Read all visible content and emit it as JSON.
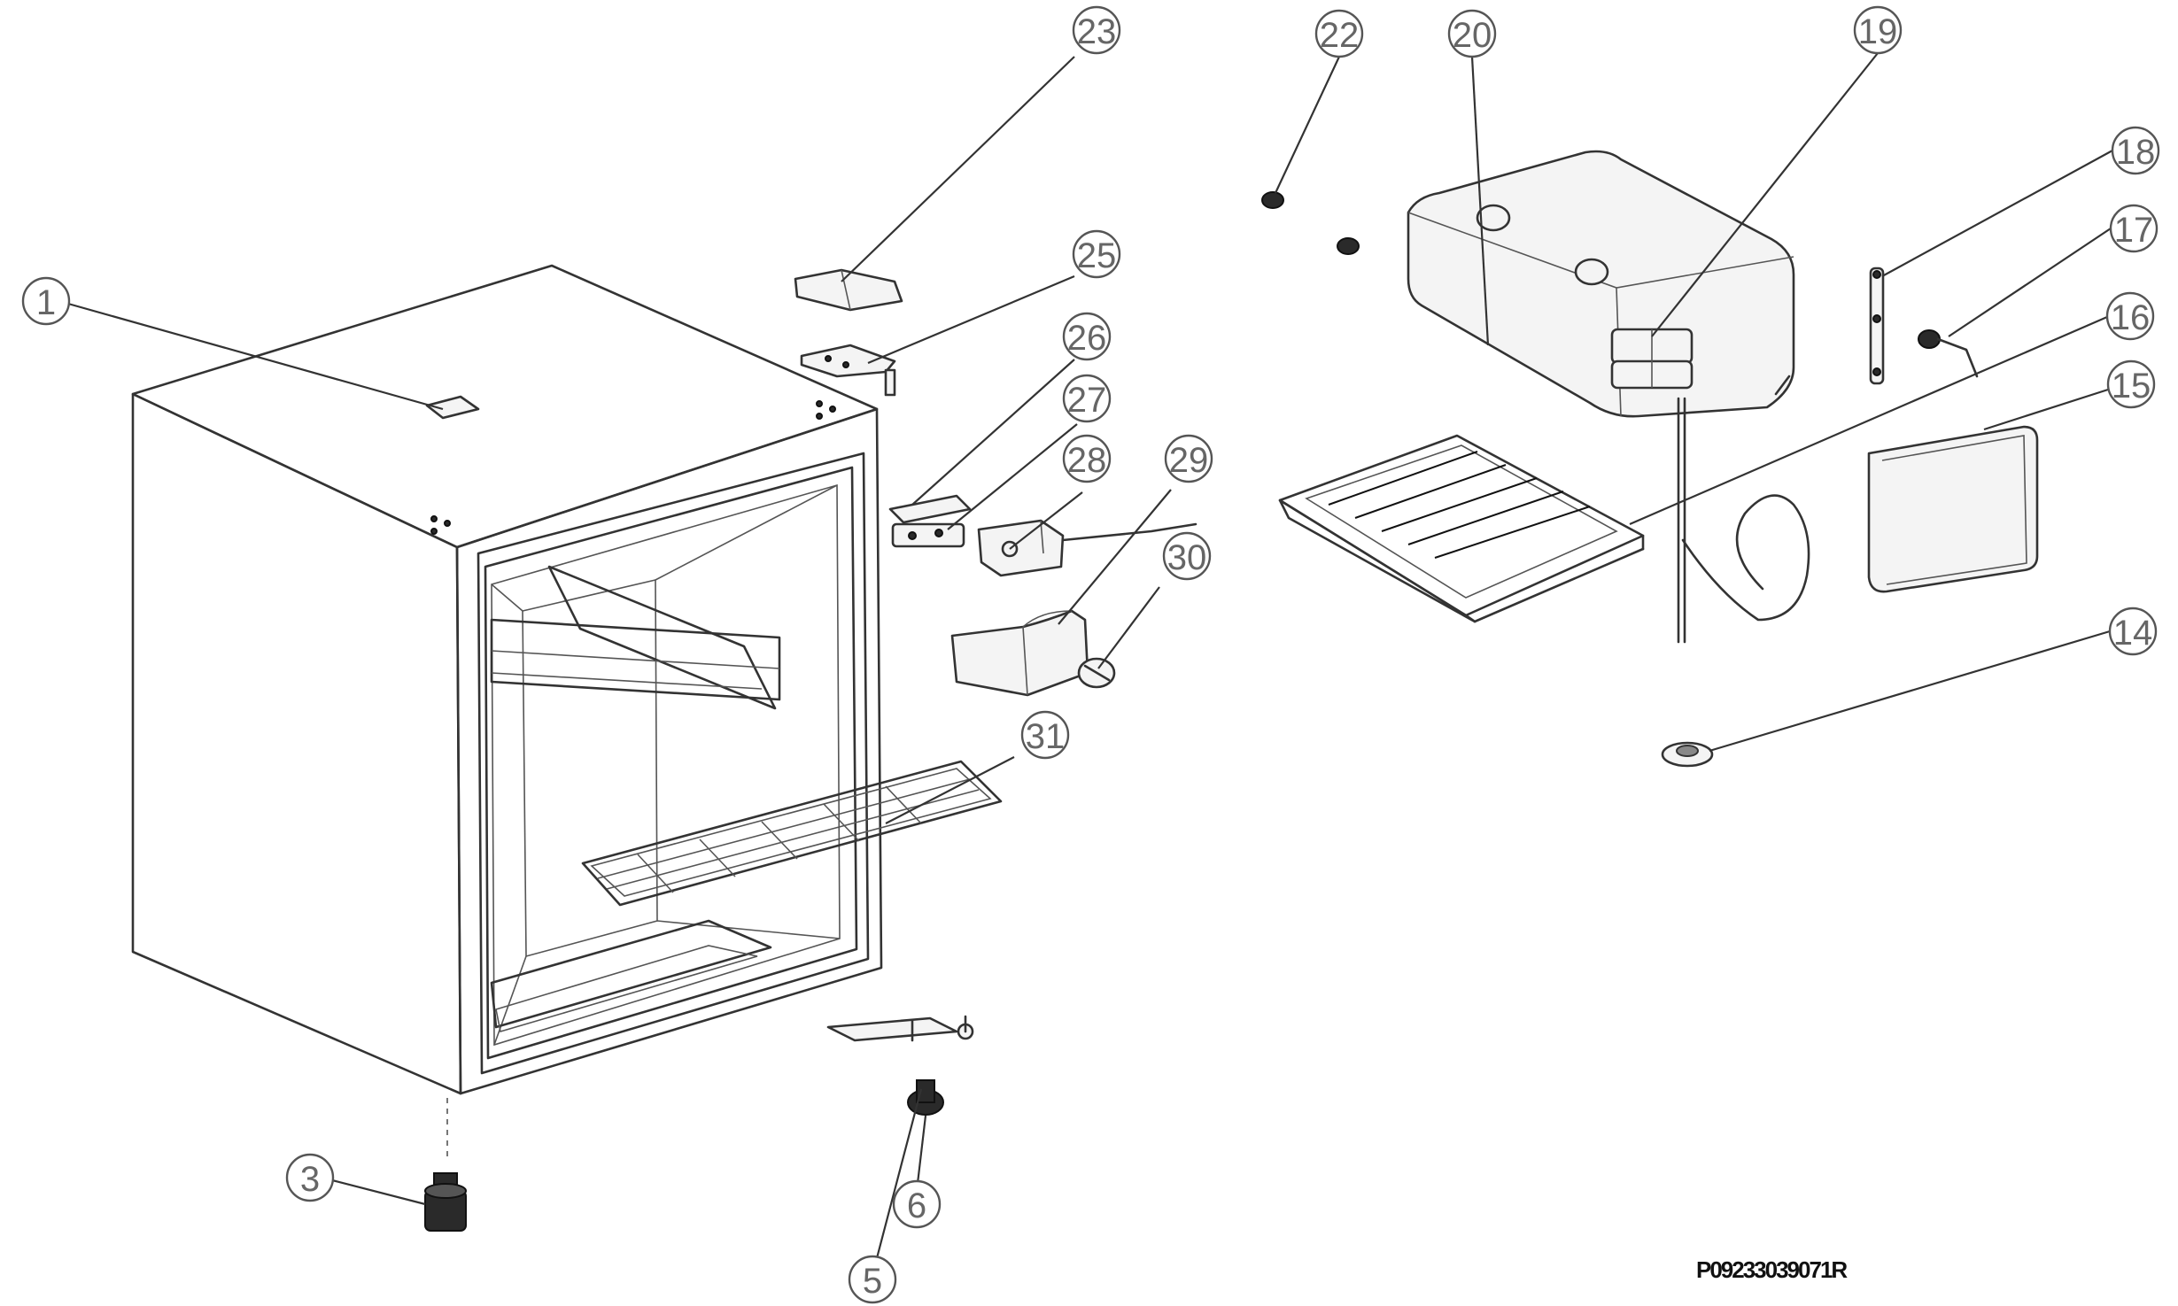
{
  "callouts": [
    {
      "label": "1"
    },
    {
      "label": "3"
    },
    {
      "label": "5"
    },
    {
      "label": "6"
    },
    {
      "label": "14"
    },
    {
      "label": "15"
    },
    {
      "label": "16"
    },
    {
      "label": "17"
    },
    {
      "label": "18"
    },
    {
      "label": "19"
    },
    {
      "label": "20"
    },
    {
      "label": "22"
    },
    {
      "label": "23"
    },
    {
      "label": "25"
    },
    {
      "label": "26"
    },
    {
      "label": "27"
    },
    {
      "label": "28"
    },
    {
      "label": "29"
    },
    {
      "label": "30"
    },
    {
      "label": "31"
    }
  ],
  "drawing_code": "P09233039071R"
}
